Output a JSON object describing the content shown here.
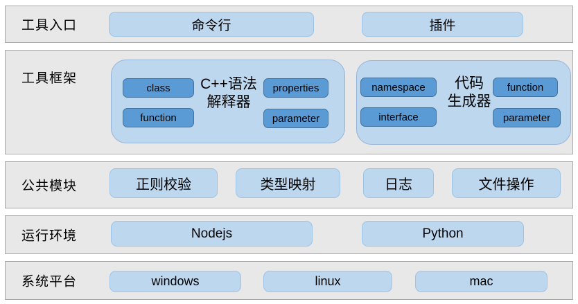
{
  "colors": {
    "row_bg": "#e8e8e8",
    "row_border": "#a6a6a6",
    "pill_bg": "#bdd7ee",
    "pill_border": "#9dc3e6",
    "group_bg": "#bdd7ee",
    "group_border": "#95b3d7",
    "box_bg": "#5b9bd5",
    "box_border": "#41719c",
    "text": "#000000"
  },
  "layers": {
    "entry": {
      "label": "工具入口",
      "cmdline": "命令行",
      "plugin": "插件"
    },
    "framework": {
      "label": "工具框架",
      "interpreter": {
        "title": "C++语法\n解释器",
        "class": "class",
        "function": "function",
        "properties": "properties",
        "parameter": "parameter"
      },
      "generator": {
        "title": "代码\n生成器",
        "namespace": "namespace",
        "interface": "interface",
        "function": "function",
        "parameter": "parameter"
      }
    },
    "common": {
      "label": "公共模块",
      "regex": "正则校验",
      "type_mapping": "类型映射",
      "log": "日志",
      "file_ops": "文件操作"
    },
    "runtime": {
      "label": "运行环境",
      "nodejs": "Nodejs",
      "python": "Python"
    },
    "platform": {
      "label": "系统平台",
      "windows": "windows",
      "linux": "linux",
      "mac": "mac"
    }
  }
}
